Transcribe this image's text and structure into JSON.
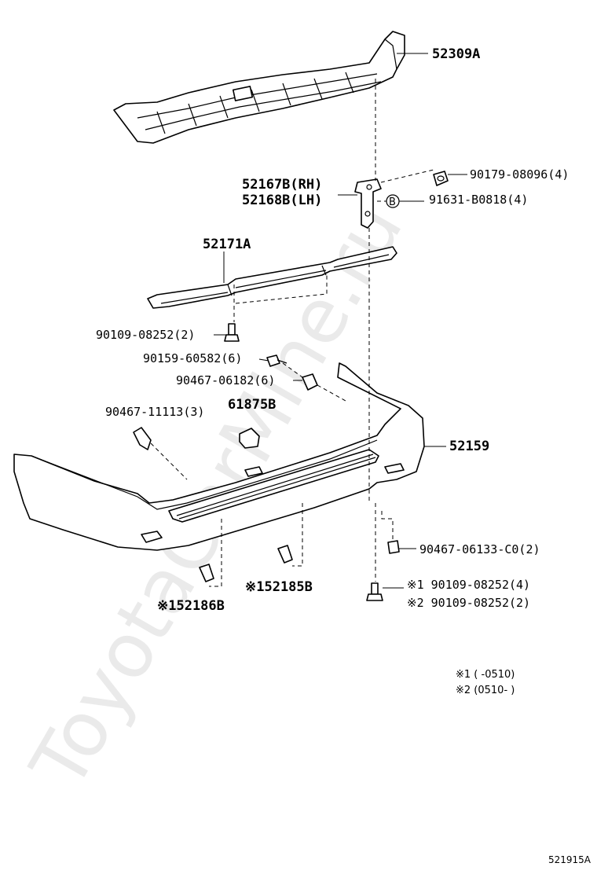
{
  "watermark": "ToyotaCarMine.ru",
  "labels": {
    "p52309A": "52309A",
    "p52167B": "52167B(RH)",
    "p52168B": "52168B(LH)",
    "p90179": "90179-08096(4)",
    "p91631": "91631-B0818(4)",
    "b_marker": "B",
    "p52171A": "52171A",
    "p90109_a": "90109-08252(2)",
    "p90159": "90159-60582(6)",
    "p90467_06182": "90467-06182(6)",
    "p90467_11113": "90467-11113(3)",
    "p61875B": "61875B",
    "p52159": "52159",
    "p90467_06133": "90467-06133-C0(2)",
    "p52185B": "※152185B",
    "p52186B": "※152186B",
    "p90109_x1": "※1  90109-08252(4)",
    "p90109_x2": "※2  90109-08252(2)"
  },
  "notes": {
    "n1": "※1 (      -0510)",
    "n2": "※2 (0510-       )"
  },
  "footer_code": "521915A"
}
